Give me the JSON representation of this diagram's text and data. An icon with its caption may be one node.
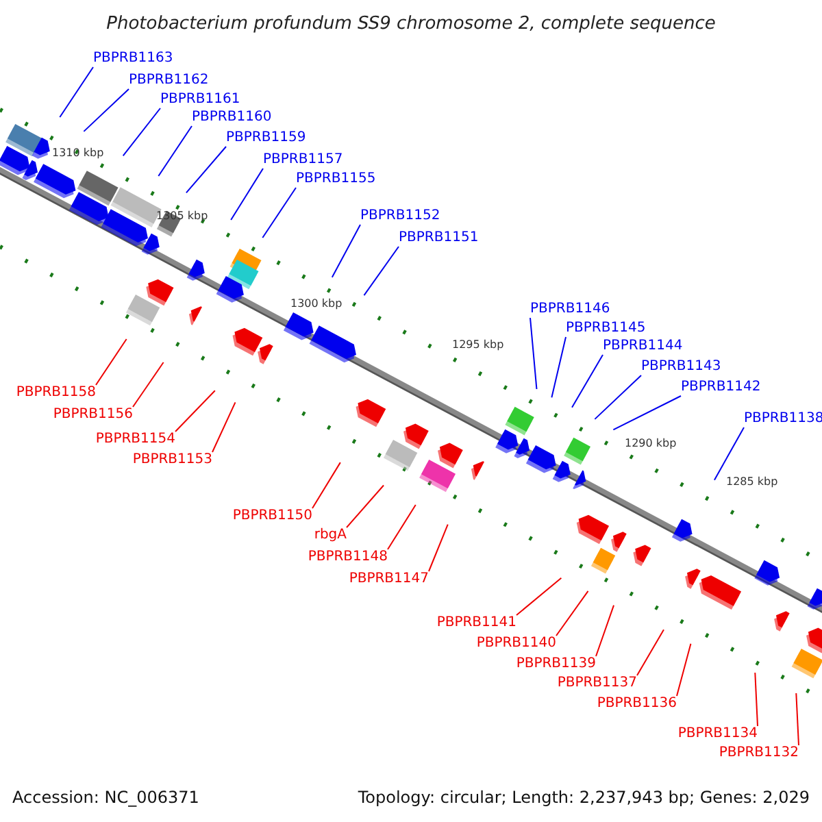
{
  "diagram": {
    "title": "Photobacterium profundum SS9 chromosome 2, complete sequence",
    "nodes": [
      {
        "text": [
          "PBPRB1163"
        ]
      },
      {
        "text": [
          "PBPRB1162"
        ]
      },
      {
        "text": [
          "PBPRB1161"
        ]
      },
      {
        "text": [
          "PBPRB1160"
        ]
      },
      {
        "text": [
          "PBPRB1159"
        ]
      },
      {
        "text": [
          "PBPRB1157"
        ]
      },
      {
        "text": [
          "PBPRB1155"
        ]
      },
      {
        "text": [
          "PBPRB1152"
        ]
      },
      {
        "text": [
          "PBPRB1151"
        ]
      },
      {
        "text": [
          "PBPRB1146"
        ]
      },
      {
        "text": [
          "PBPRB1145"
        ]
      },
      {
        "text": [
          "PBPRB1144"
        ]
      },
      {
        "text": [
          "PBPRB1143"
        ]
      },
      {
        "text": [
          "PBPRB1142"
        ]
      },
      {
        "text": [
          "PBPRB1138"
        ]
      },
      {
        "text": [
          "PBPRB1158"
        ]
      },
      {
        "text": [
          "PBPRB1156"
        ]
      },
      {
        "text": [
          "PBPRB1154"
        ]
      },
      {
        "text": [
          "PBPRB1153"
        ]
      },
      {
        "text": [
          "PBPRB1150"
        ]
      },
      {
        "text": [
          "rbgA"
        ]
      },
      {
        "text": [
          "PBPRB1148"
        ]
      },
      {
        "text": [
          "PBPRB1147"
        ]
      },
      {
        "text": [
          "PBPRB1141"
        ]
      },
      {
        "text": [
          "PBPRB1140"
        ]
      },
      {
        "text": [
          "PBPRB1139"
        ]
      },
      {
        "text": [
          "PBPRB1137"
        ]
      },
      {
        "text": [
          "PBPRB1136"
        ]
      },
      {
        "text": [
          "PBPRB1134"
        ]
      },
      {
        "text": [
          "PBPRB1132"
        ]
      }
    ],
    "edges": [
      {
        "from": 0,
        "to": null,
        "arrow": "none"
      },
      {
        "from": 1,
        "to": null,
        "arrow": "none"
      },
      {
        "from": 2,
        "to": null,
        "arrow": "none"
      },
      {
        "from": 3,
        "to": null,
        "arrow": "none"
      },
      {
        "from": 4,
        "to": null,
        "arrow": "none"
      },
      {
        "from": 5,
        "to": null,
        "arrow": "none"
      },
      {
        "from": 6,
        "to": null,
        "arrow": "none"
      },
      {
        "from": 7,
        "to": null,
        "arrow": "none"
      },
      {
        "from": 8,
        "to": null,
        "arrow": "none"
      },
      {
        "from": 9,
        "to": null,
        "arrow": "none"
      },
      {
        "from": 10,
        "to": null,
        "arrow": "none"
      },
      {
        "from": 11,
        "to": null,
        "arrow": "none"
      },
      {
        "from": 12,
        "to": null,
        "arrow": "none"
      },
      {
        "from": 13,
        "to": null,
        "arrow": "none"
      },
      {
        "from": 14,
        "to": null,
        "arrow": "none"
      },
      {
        "from": 15,
        "to": null,
        "arrow": "none",
        "color": "#ee0000"
      },
      {
        "from": 16,
        "to": null,
        "arrow": "none",
        "color": "#ee0000"
      },
      {
        "from": 17,
        "to": null,
        "arrow": "none",
        "color": "#ee0000"
      },
      {
        "from": 18,
        "to": null,
        "arrow": "none",
        "color": "#ee0000"
      },
      {
        "from": 19,
        "to": null,
        "arrow": "none",
        "color": "#ee0000"
      },
      {
        "from": 20,
        "to": null,
        "arrow": "none",
        "color": "#ee0000"
      },
      {
        "from": 21,
        "to": null,
        "arrow": "none",
        "color": "#ee0000"
      },
      {
        "from": 22,
        "to": null,
        "arrow": "none",
        "color": "#ee0000"
      },
      {
        "from": 23,
        "to": null,
        "arrow": "none",
        "color": "#ee0000"
      },
      {
        "from": 24,
        "to": null,
        "arrow": "none",
        "color": "#ee0000"
      },
      {
        "from": 25,
        "to": null,
        "arrow": "none",
        "color": "#ee0000"
      },
      {
        "from": 26,
        "to": null,
        "arrow": "none",
        "color": "#ee0000"
      },
      {
        "from": 27,
        "to": null,
        "arrow": "none",
        "color": "#ee0000"
      },
      {
        "from": 28,
        "to": null,
        "arrow": "none",
        "color": "#ee0000"
      },
      {
        "from": 29,
        "to": null,
        "arrow": "none",
        "color": "#ee0000"
      }
    ],
    "labels": [
      "1310 kbp",
      "1305 kbp",
      "1300 kbp",
      "1295 kbp",
      "1290 kbp",
      "1285 kbp",
      "Accession: NC_006371",
      "Topology: circular; Length: 2,237,943 bp; Genes: 2,029"
    ]
  }
}
